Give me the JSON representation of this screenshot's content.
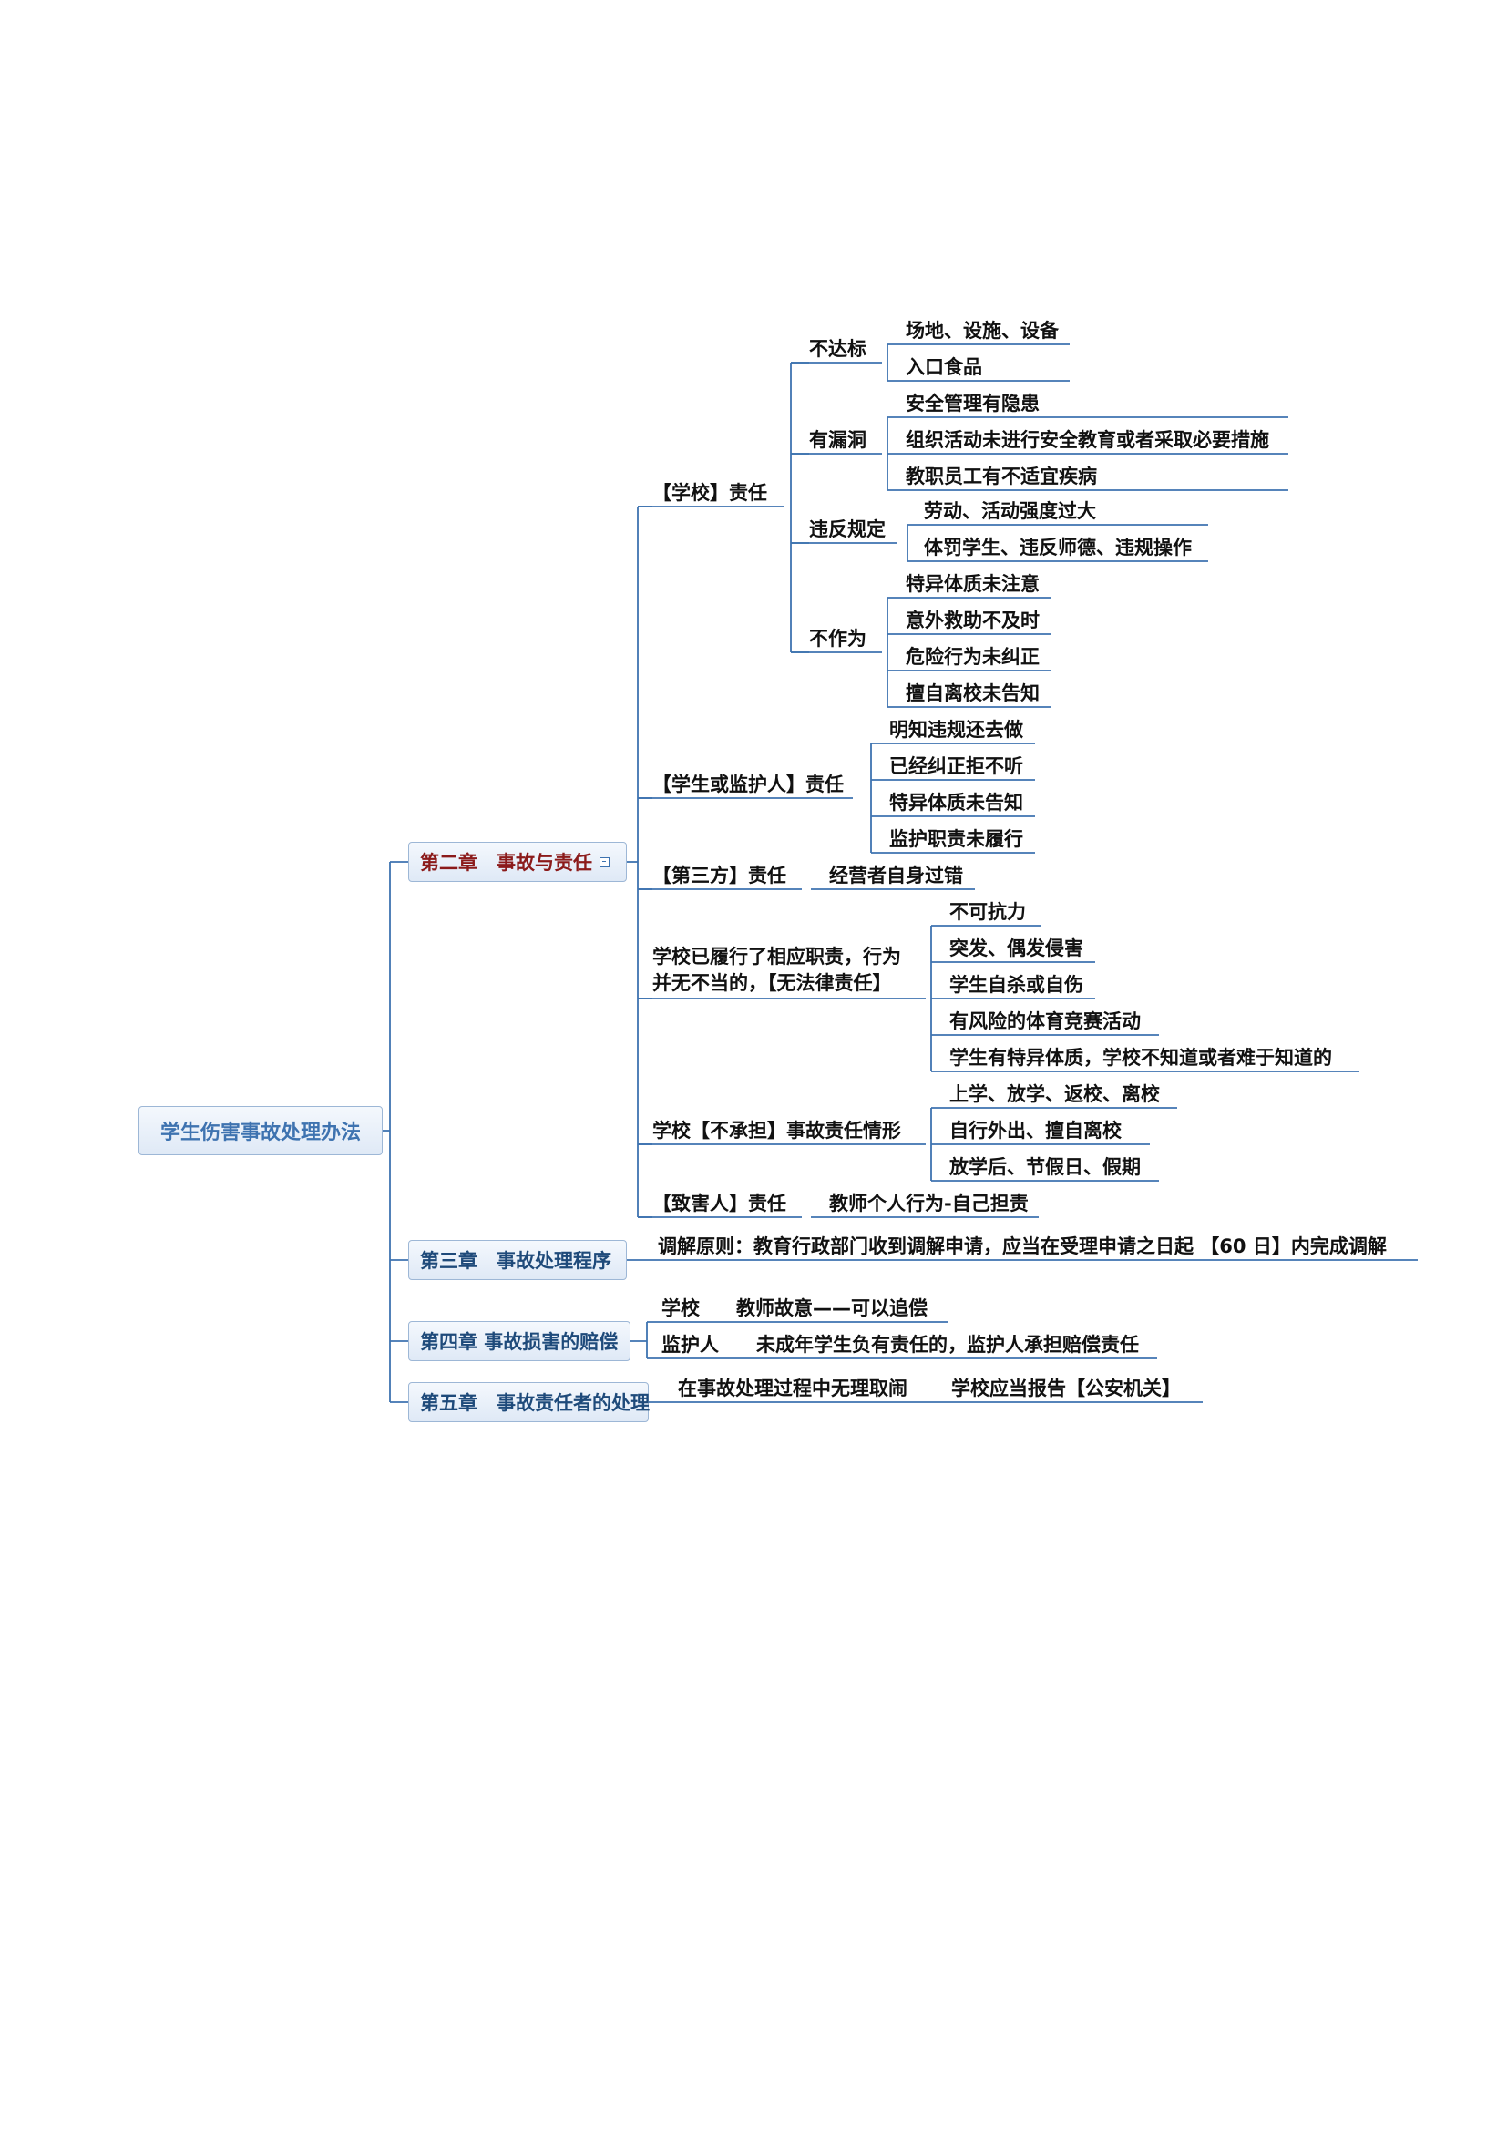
{
  "root": "学生伤害事故处理办法",
  "chapters": {
    "ch2": {
      "label": "第二章　事故与责任",
      "school": {
        "label": "【学校】责任",
        "bu_da_biao": {
          "label": "不达标",
          "items": [
            "场地、设施、设备",
            "入口食品"
          ]
        },
        "you_lou_dong": {
          "label": "有漏洞",
          "items": [
            "安全管理有隐患",
            "组织活动未进行安全教育或者采取必要措施",
            "教职员工有不适宜疾病"
          ]
        },
        "wei_fan_gui_ding": {
          "label": "违反规定",
          "items": [
            "劳动、活动强度过大",
            "体罚学生、违反师德、违规操作"
          ]
        },
        "bu_zuo_wei": {
          "label": "不作为",
          "items": [
            "特异体质未注意",
            "意外救助不及时",
            "危险行为未纠正",
            "擅自离校未告知"
          ]
        }
      },
      "student": {
        "label": "【学生或监护人】责任",
        "items": [
          "明知违规还去做",
          "已经纠正拒不听",
          "特异体质未告知",
          "监护职责未履行"
        ]
      },
      "third_party": {
        "label": "【第三方】责任",
        "item": "经营者自身过错"
      },
      "no_legal": {
        "label": "学校已履行了相应职责，行为\n并无不当的，【无法律责任】",
        "items": [
          "不可抗力",
          "突发、偶发侵害",
          "学生自杀或自伤",
          "有风险的体育竞赛活动",
          "学生有特异体质，学校不知道或者难于知道的"
        ]
      },
      "not_bear": {
        "label": "学校【不承担】事故责任情形",
        "items": [
          "上学、放学、返校、离校",
          "自行外出、擅自离校",
          "放学后、节假日、假期"
        ]
      },
      "offender": {
        "label": "【致害人】责任",
        "item": "教师个人行为-自己担责"
      }
    },
    "ch3": {
      "label": "第三章　事故处理程序",
      "item": "调解原则：教育行政部门收到调解申请，应当在受理申请之日起 【60 日】内完成调解"
    },
    "ch4": {
      "label": "第四章 事故损害的赔偿",
      "school": {
        "label": "学校",
        "item": "教师故意——可以追偿"
      },
      "guardian": {
        "label": "监护人",
        "item": "未成年学生负有责任的，监护人承担赔偿责任"
      }
    },
    "ch5": {
      "label": "第五章　事故责任者的处理",
      "sub": "在事故处理过程中无理取闹",
      "item": "学校应当报告【公安机关】"
    }
  },
  "colors": {
    "line": "#3e73b0",
    "boxBorder": "#9db7d6",
    "activeChapter": "#8b1a1a",
    "chapterText": "#1e4a7a"
  }
}
